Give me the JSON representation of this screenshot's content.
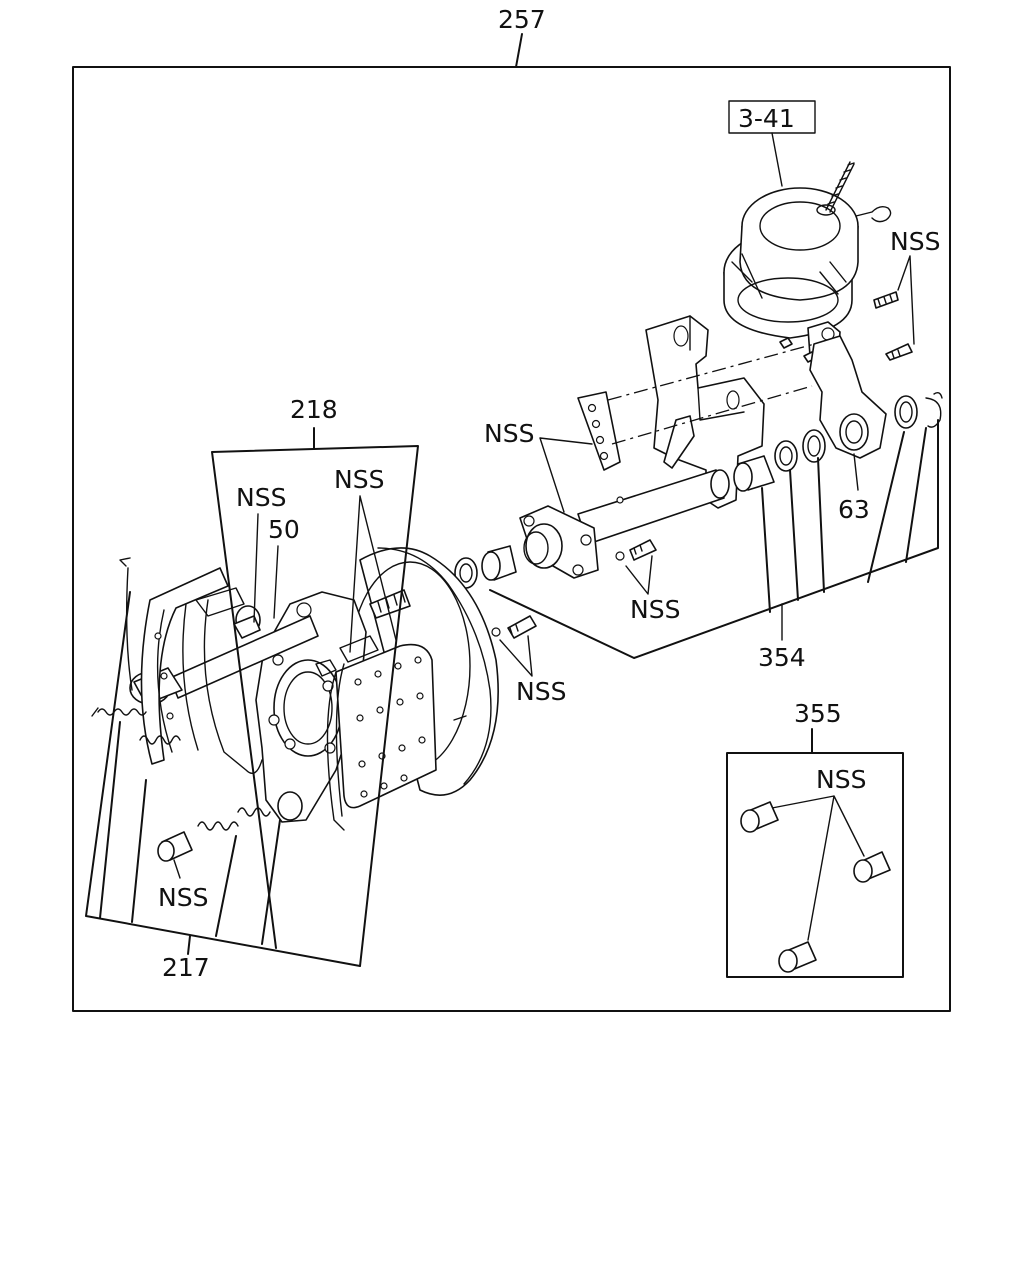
{
  "labels": {
    "assembly": "257",
    "chamber_ref": "3-41",
    "brake_shoe_kit": "218",
    "spring_kit": "217",
    "bushing": "354",
    "bushing_kit": "355",
    "slack_adjuster": "63",
    "anchor_pin": "50",
    "nss": "NSS"
  }
}
